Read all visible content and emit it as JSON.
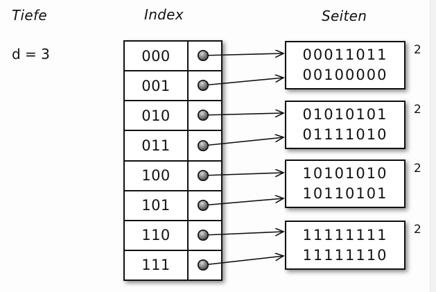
{
  "labels": {
    "depth_title": "Tiefe",
    "depth_value": "d = 3",
    "index_title": "Index",
    "pages_title": "Seiten"
  },
  "index_table": {
    "rows": [
      "000",
      "001",
      "010",
      "011",
      "100",
      "101",
      "110",
      "111"
    ]
  },
  "pages": [
    {
      "entries": [
        "00011011",
        "00100000"
      ],
      "local_depth": "2"
    },
    {
      "entries": [
        "01010101",
        "01111010"
      ],
      "local_depth": "2"
    },
    {
      "entries": [
        "10101010",
        "10110101"
      ],
      "local_depth": "2"
    },
    {
      "entries": [
        "11111111",
        "11111110"
      ],
      "local_depth": "2"
    }
  ],
  "links": [
    {
      "index": "000",
      "page": 1
    },
    {
      "index": "001",
      "page": 1
    },
    {
      "index": "010",
      "page": 2
    },
    {
      "index": "011",
      "page": 2
    },
    {
      "index": "100",
      "page": 3
    },
    {
      "index": "101",
      "page": 3
    },
    {
      "index": "110",
      "page": 4
    },
    {
      "index": "111",
      "page": 4
    }
  ]
}
